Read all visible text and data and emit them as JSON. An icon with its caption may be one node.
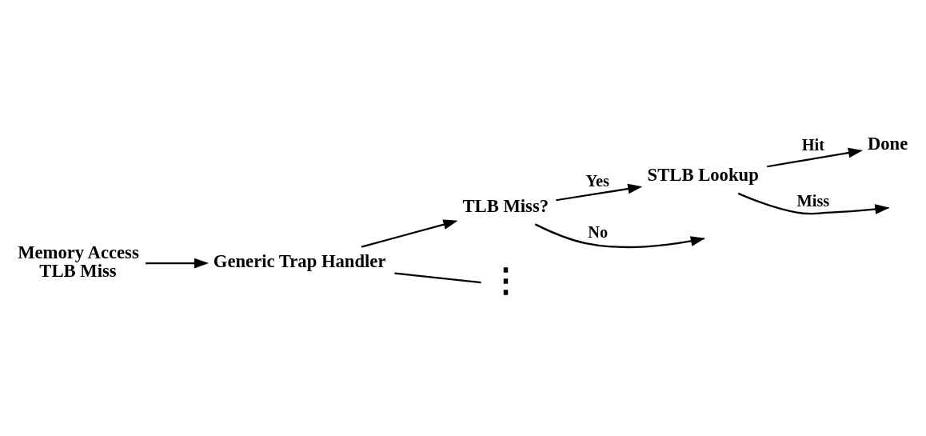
{
  "diagram": {
    "nodes": [
      {
        "text": [
          "Memory Access",
          "TLB Miss"
        ]
      },
      {
        "text": [
          "Generic Trap Handler"
        ]
      },
      {
        "text": [
          "TLB Miss?"
        ]
      },
      {
        "text": [
          "STLB Lookup"
        ]
      },
      {
        "text": [
          "Done"
        ]
      },
      {
        "text": [
          "⋮"
        ]
      }
    ],
    "edges": [
      {
        "from": 0,
        "to": 1,
        "arrow": "to"
      },
      {
        "from": 1,
        "to": 2,
        "arrow": "to"
      },
      {
        "from": 2,
        "to": null,
        "arrow": "to",
        "label": "No"
      },
      {
        "from": 2,
        "to": 3,
        "arrow": "to",
        "label": "Yes"
      },
      {
        "from": 3,
        "to": null,
        "arrow": "to",
        "label": "Miss"
      },
      {
        "from": 3,
        "to": 4,
        "arrow": "to",
        "label": "Hit"
      },
      {
        "from": 1,
        "to": 5,
        "arrow": "none"
      }
    ]
  }
}
